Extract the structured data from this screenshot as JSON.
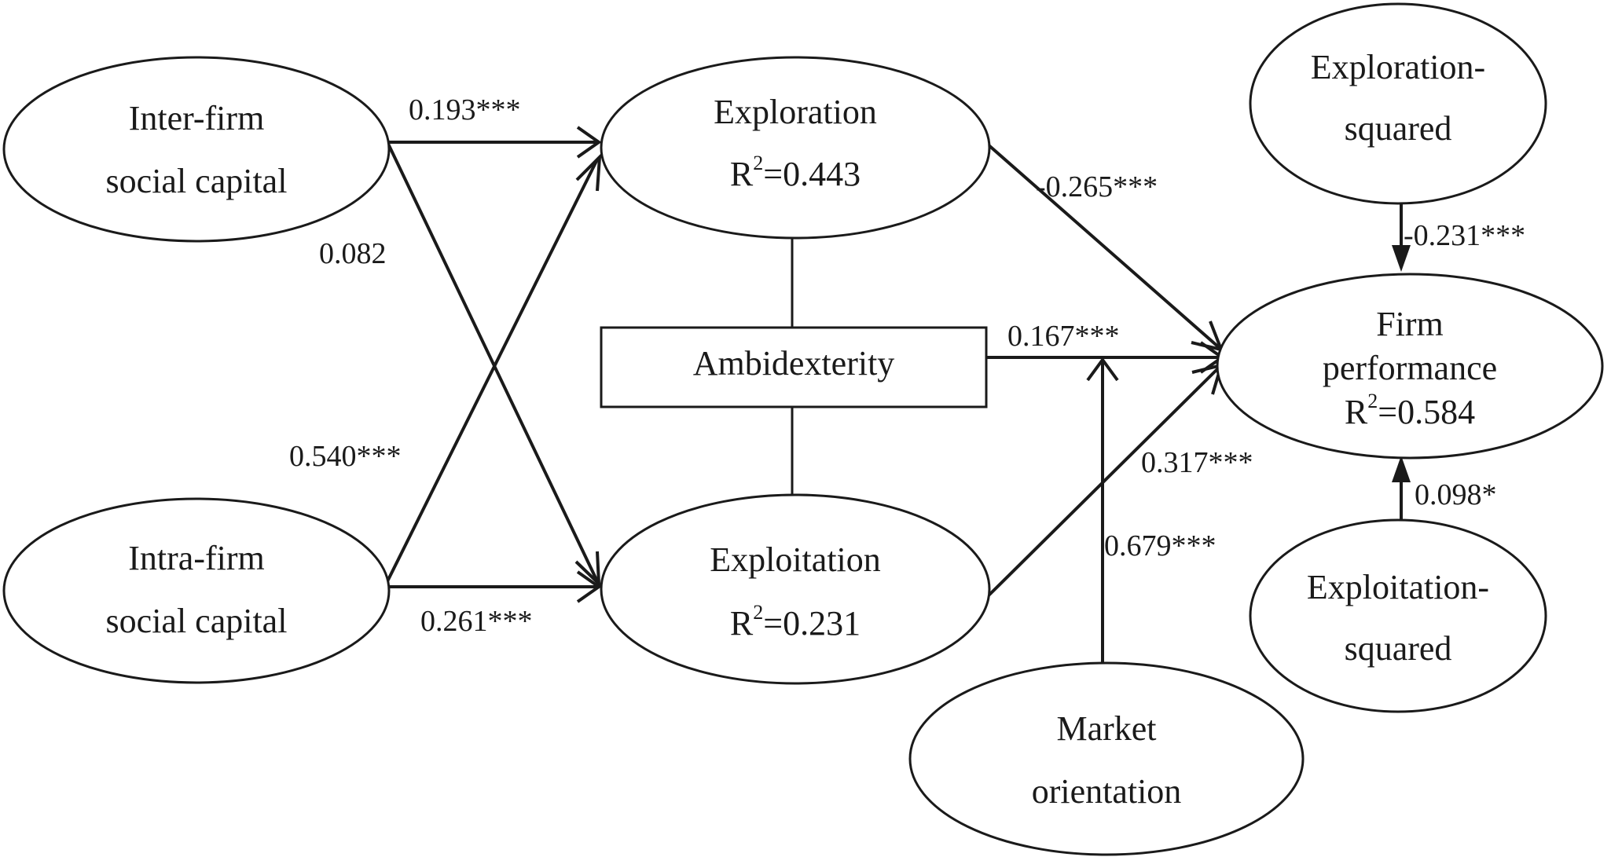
{
  "nodes": {
    "inter_firm": {
      "line1": "Inter-firm",
      "line2": "social capital"
    },
    "intra_firm": {
      "line1": "Intra-firm",
      "line2": "social capital"
    },
    "exploration": {
      "line1": "Exploration",
      "r2_prefix": "R",
      "r2_sup": "2",
      "r2_value": "=0.443"
    },
    "exploitation": {
      "line1": "Exploitation",
      "r2_prefix": "R",
      "r2_sup": "2",
      "r2_value": "=0.231"
    },
    "ambidexterity": {
      "label": "Ambidexterity"
    },
    "firm_performance": {
      "line1": "Firm",
      "line2": "performance",
      "r2_prefix": "R",
      "r2_sup": "2",
      "r2_value": "=0.584"
    },
    "exploration_squared": {
      "line1": "Exploration-",
      "line2": "squared"
    },
    "exploitation_squared": {
      "line1": "Exploitation-",
      "line2": "squared"
    },
    "market_orientation": {
      "line1": "Market",
      "line2": "orientation"
    }
  },
  "edges": {
    "inter_to_exploration": "0.193***",
    "inter_to_exploitation": "0.082",
    "intra_to_exploration": "0.540***",
    "intra_to_exploitation": "0.261***",
    "exploration_to_performance": "-0.265***",
    "ambidexterity_to_performance": "0.167***",
    "exploitation_to_performance": "0.317***",
    "market_to_performance": "0.679***",
    "exploration_squared_to_performance": "-0.231***",
    "exploitation_squared_to_performance": "0.098*"
  }
}
